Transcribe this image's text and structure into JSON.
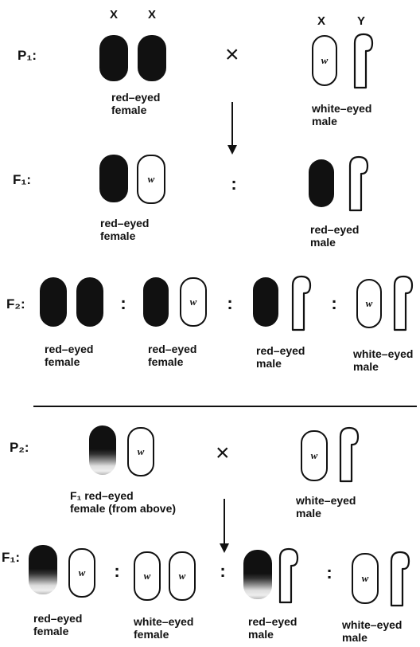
{
  "header": {
    "x_label": "X",
    "y_label": "Y"
  },
  "gene_label": "w",
  "symbols": {
    "cross": "×",
    "ratio": ":"
  },
  "generations": {
    "p1": "P₁:",
    "f1": "F₁:",
    "f2": "F₂:",
    "p2": "P₂:",
    "f1b": "F₁:"
  },
  "captions": {
    "p1_female": "red–eyed\nfemale",
    "p1_male": "white–eyed\nmale",
    "f1_female": "red–eyed\nfemale",
    "f1_male": "red–eyed\nmale",
    "f2_a": "red–eyed\nfemale",
    "f2_b": "red–eyed\nfemale",
    "f2_c": "red–eyed\nmale",
    "f2_d": "white–eyed\nmale",
    "p2_female": "F₁ red–eyed\nfemale (from above)",
    "p2_male": "white–eyed\nmale",
    "f1b_a": "red–eyed\nfemale",
    "f1b_b": "white–eyed\nfemale",
    "f1b_c": "red–eyed\nmale",
    "f1b_d": "white–eyed\nmale"
  }
}
